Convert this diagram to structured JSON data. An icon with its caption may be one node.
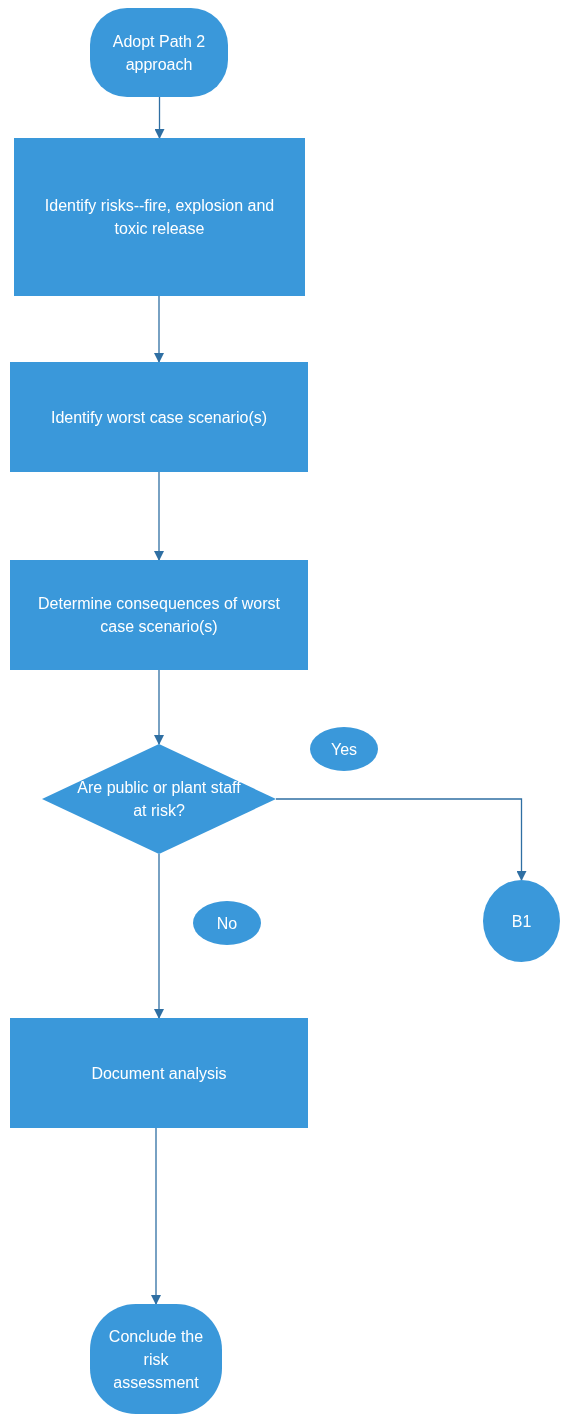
{
  "diagram": {
    "nodes": [
      {
        "text": [
          "Adopt Path 2 approach"
        ]
      },
      {
        "text": [
          "Identify risks--fire, explosion and toxic release"
        ]
      },
      {
        "text": [
          "Identify worst case scenario(s)"
        ]
      },
      {
        "text": [
          "Determine consequences of worst case scenario(s)"
        ]
      },
      {
        "text": [
          "Are public or plant staff at risk?"
        ]
      },
      {
        "text": [
          "Yes"
        ]
      },
      {
        "text": [
          "B1"
        ]
      },
      {
        "text": [
          "No"
        ]
      },
      {
        "text": [
          "Document analysis"
        ]
      },
      {
        "text": [
          "Conclude the risk assessment"
        ]
      }
    ],
    "edges": [
      {
        "from": 0,
        "to": 1,
        "arrow": "to"
      },
      {
        "from": 1,
        "to": 2,
        "arrow": "to"
      },
      {
        "from": 2,
        "to": 3,
        "arrow": "to"
      },
      {
        "from": 3,
        "to": 4,
        "arrow": "to"
      },
      {
        "from": 4,
        "to": 6,
        "arrow": "to"
      },
      {
        "from": 4,
        "to": 8,
        "arrow": "to"
      },
      {
        "from": 8,
        "to": 9,
        "arrow": "to"
      }
    ]
  }
}
